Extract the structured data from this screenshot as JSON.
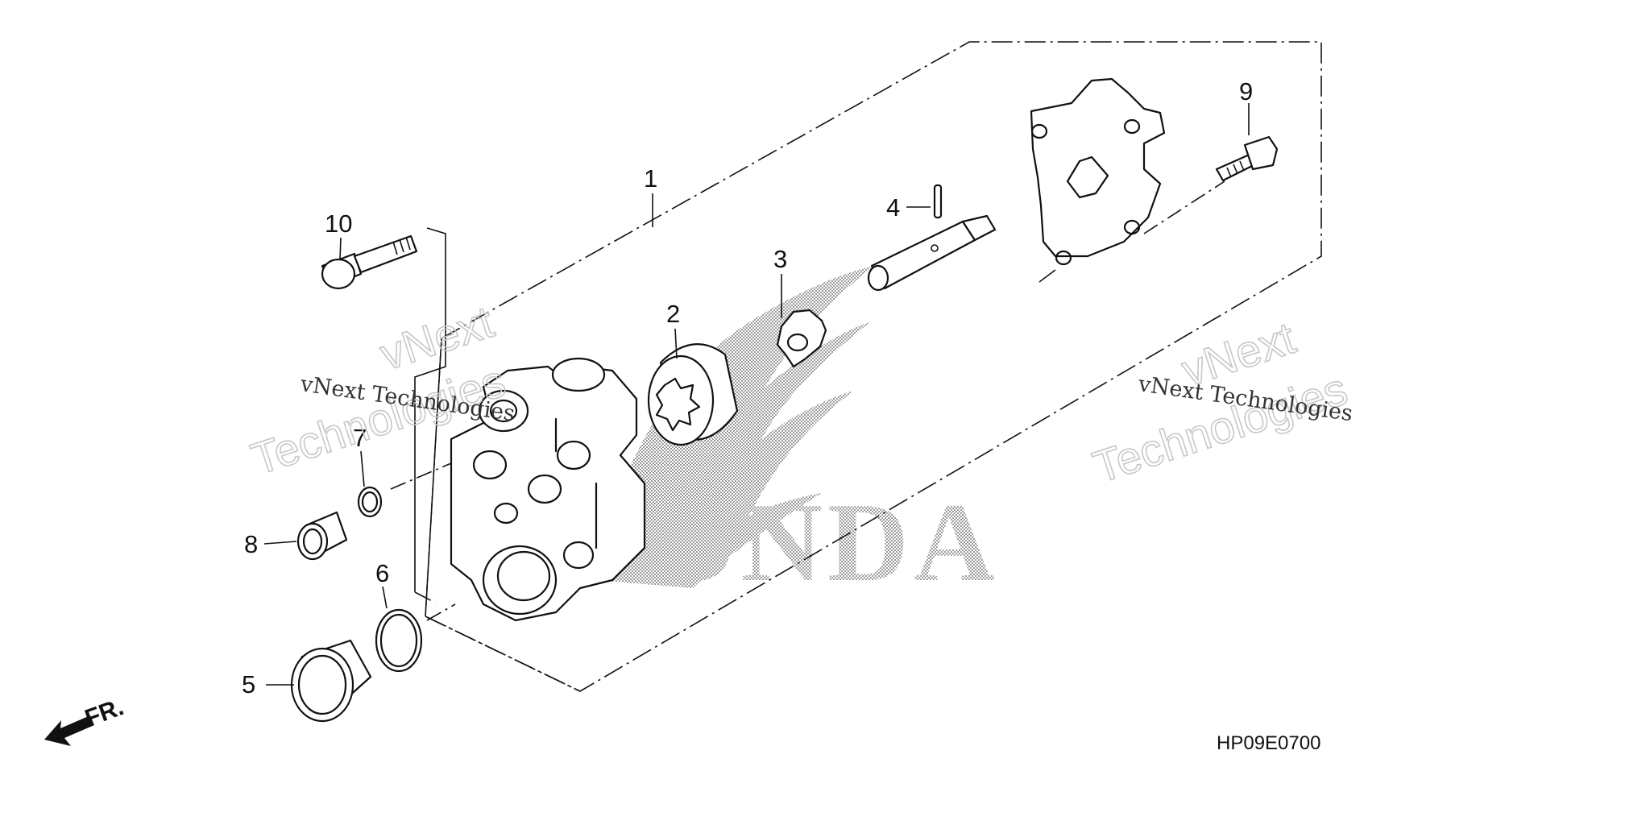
{
  "diagram": {
    "drawing_code": "HP09E0700",
    "front_marker": "FR.",
    "brand_mark": "HONDA",
    "callouts": [
      {
        "id": "1",
        "label": "1"
      },
      {
        "id": "2",
        "label": "2"
      },
      {
        "id": "3",
        "label": "3"
      },
      {
        "id": "4",
        "label": "4"
      },
      {
        "id": "5",
        "label": "5"
      },
      {
        "id": "6",
        "label": "6"
      },
      {
        "id": "7",
        "label": "7"
      },
      {
        "id": "8",
        "label": "8"
      },
      {
        "id": "9",
        "label": "9"
      },
      {
        "id": "10",
        "label": "10"
      }
    ],
    "watermarks": {
      "small": "vNext Technologies",
      "large_line1": "vNext",
      "large_line2": "Technologies"
    },
    "colors": {
      "ink": "#111111",
      "watermark": "#c8c8c8",
      "background": "#ffffff"
    }
  }
}
